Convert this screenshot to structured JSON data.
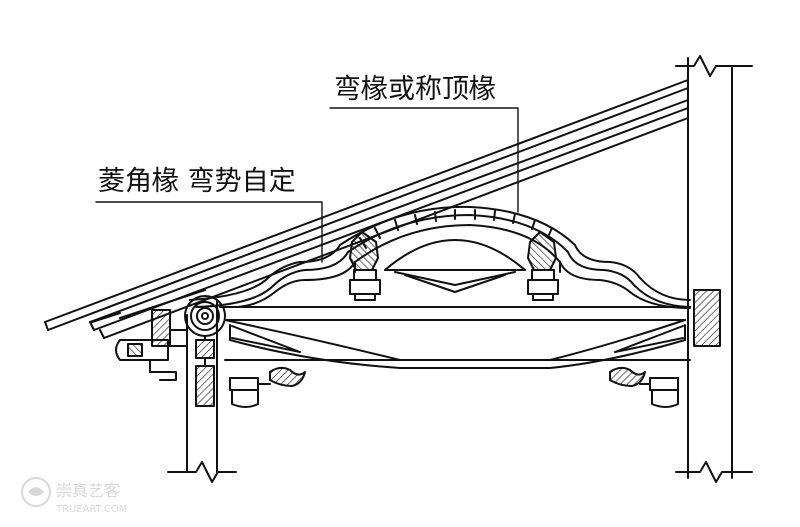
{
  "annotations": {
    "curved_rafter": "弯椽或称顶椽",
    "diamond_rafter": "菱角椽 弯势自定"
  },
  "watermark": {
    "name": "崇真艺客",
    "url": "TRUEART.COM"
  },
  "colors": {
    "line": "#111111",
    "background": "#ffffff",
    "watermark": "#b9b9b9"
  }
}
